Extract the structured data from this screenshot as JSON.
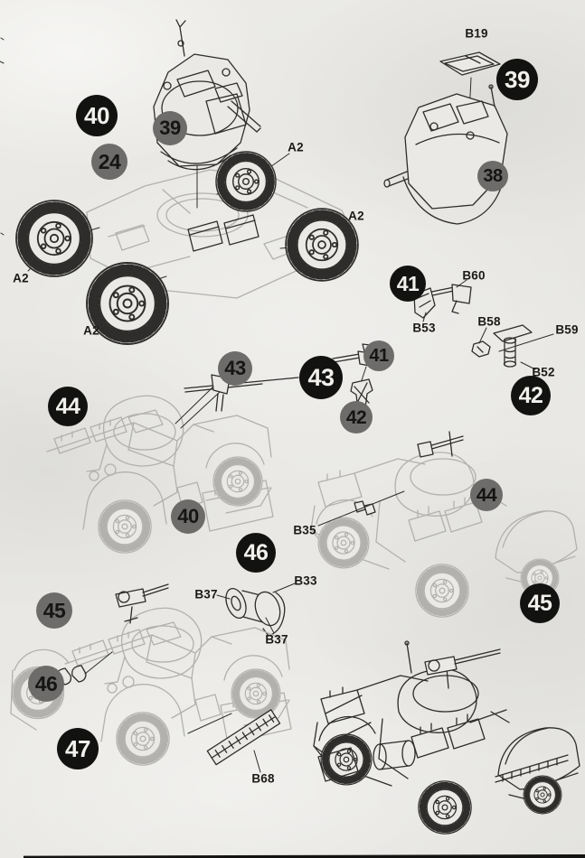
{
  "colors": {
    "paper": "#eae9e5",
    "ink": "#2e2d2b",
    "faded_ink": "#b2b1ad",
    "badge_black": "#121211",
    "badge_black_text": "#f1f0ec",
    "badge_gray": "#6d6c6a",
    "badge_gray_text": "#151514"
  },
  "step_badges": [
    {
      "label": "40",
      "variant": "black"
    },
    {
      "label": "39",
      "variant": "gray"
    },
    {
      "label": "24",
      "variant": "gray"
    },
    {
      "label": "39",
      "variant": "black"
    },
    {
      "label": "38",
      "variant": "gray"
    },
    {
      "label": "41",
      "variant": "black"
    },
    {
      "label": "42",
      "variant": "black"
    },
    {
      "label": "43",
      "variant": "gray"
    },
    {
      "label": "43",
      "variant": "black"
    },
    {
      "label": "41",
      "variant": "gray"
    },
    {
      "label": "42",
      "variant": "gray"
    },
    {
      "label": "44",
      "variant": "black"
    },
    {
      "label": "40",
      "variant": "gray"
    },
    {
      "label": "46",
      "variant": "black"
    },
    {
      "label": "44",
      "variant": "gray"
    },
    {
      "label": "45",
      "variant": "black"
    },
    {
      "label": "45",
      "variant": "gray"
    },
    {
      "label": "46",
      "variant": "gray"
    },
    {
      "label": "47",
      "variant": "black"
    }
  ],
  "part_labels": [
    {
      "code": "B19"
    },
    {
      "code": "A2"
    },
    {
      "code": "A2"
    },
    {
      "code": "A2"
    },
    {
      "code": "A2"
    },
    {
      "code": "B60"
    },
    {
      "code": "B53"
    },
    {
      "code": "B58"
    },
    {
      "code": "B59"
    },
    {
      "code": "B52"
    },
    {
      "code": "B35"
    },
    {
      "code": "B33"
    },
    {
      "code": "B37"
    },
    {
      "code": "B37"
    },
    {
      "code": "B68"
    }
  ]
}
